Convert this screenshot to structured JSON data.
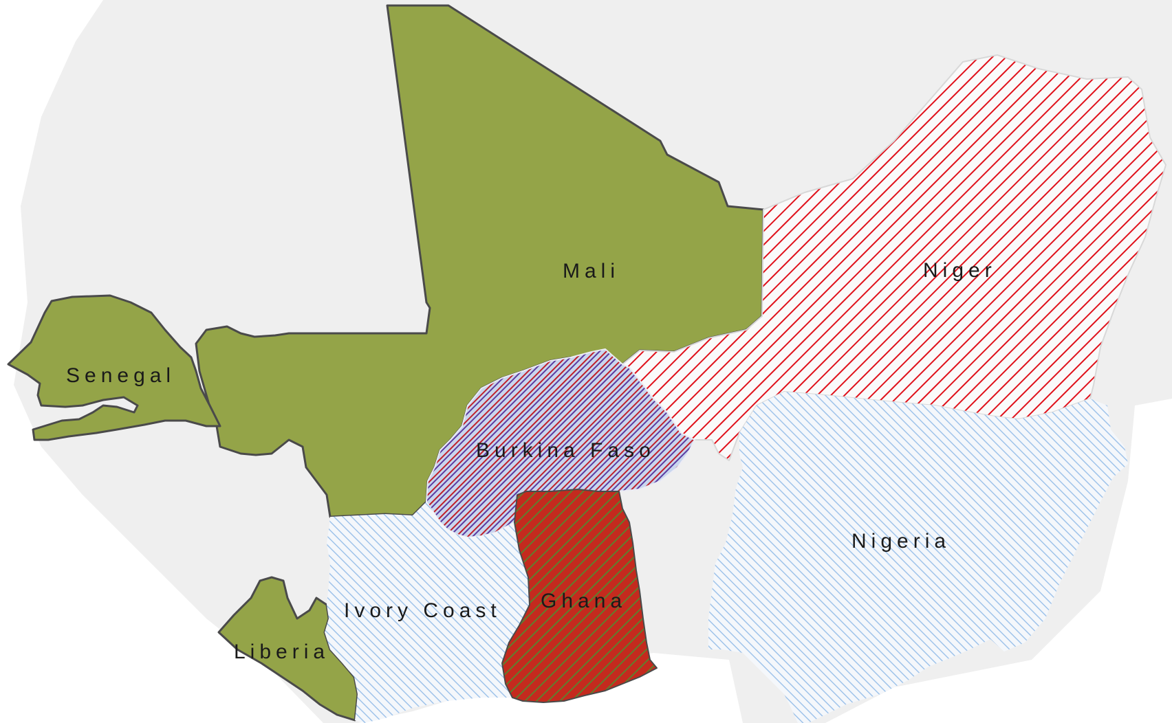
{
  "map": {
    "countries": [
      {
        "id": "senegal",
        "label": "Senegal",
        "style": "solid-green"
      },
      {
        "id": "mali",
        "label": "Mali",
        "style": "solid-green"
      },
      {
        "id": "liberia",
        "label": "Liberia",
        "style": "solid-green"
      },
      {
        "id": "niger",
        "label": "Niger",
        "style": "hatch-red"
      },
      {
        "id": "burkina-faso",
        "label": "Burkina Faso",
        "style": "crosshatch-purple"
      },
      {
        "id": "ghana",
        "label": "Ghana",
        "style": "crosshatch-red-green"
      },
      {
        "id": "ivory-coast",
        "label": "Ivory Coast",
        "style": "hatch-blue"
      },
      {
        "id": "nigeria",
        "label": "Nigeria",
        "style": "hatch-blue"
      }
    ]
  },
  "colors": {
    "background": "#ffffff",
    "land": "#efefef",
    "green_fill": "#94a448",
    "border": "#4a4a4a",
    "hatch_red": "#e0101a",
    "hatch_blue": "#9fc3ea",
    "hatch_purple": "#6a2a8a",
    "hatch_green": "#5f7f2e"
  }
}
